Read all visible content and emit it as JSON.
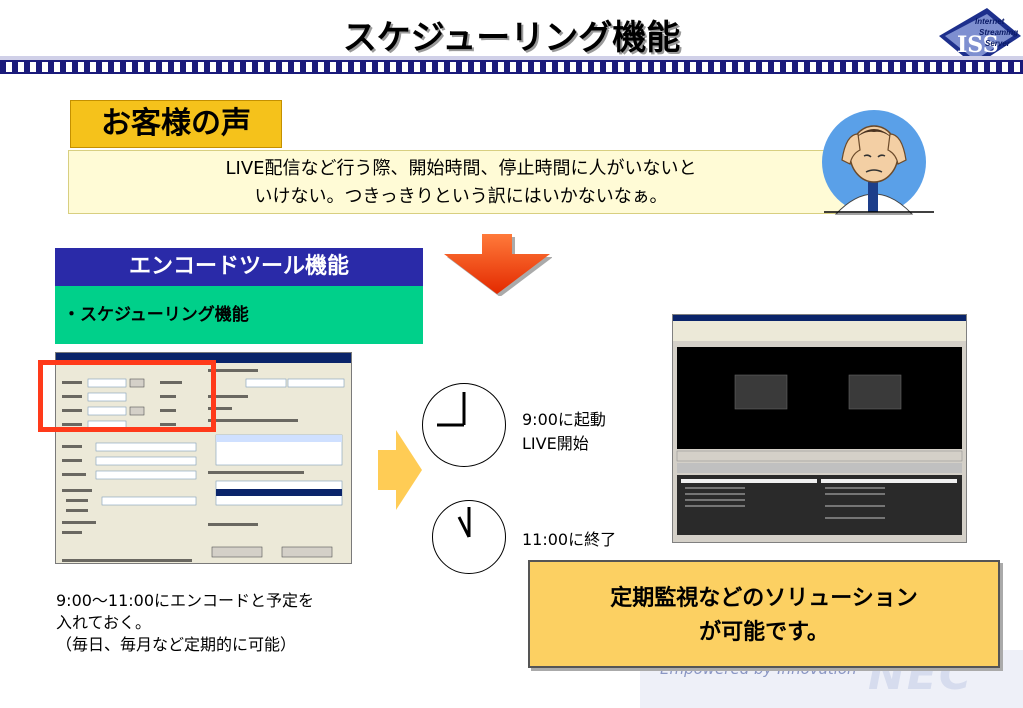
{
  "title": "スケジューリング機能",
  "logo": {
    "line1": "Internet",
    "line2": "Streaming",
    "line3": "Server",
    "letters": "ISS"
  },
  "voice": {
    "title": "お客様の声",
    "line1": "LIVE配信など行う際、開始時間、停止時間に人がいないと",
    "line2": "いけない。つきっきりという訳にはいかないなぁ。"
  },
  "encoder": {
    "head": "エンコードツール機能",
    "item": "・スケジューリング機能"
  },
  "clock1": {
    "line1": "9:00に起動",
    "line2": "LIVE開始"
  },
  "clock2": {
    "line1": "11:00に終了"
  },
  "note": {
    "line1": "9:00～11:00にエンコードと予定を",
    "line2": "入れておく。",
    "line3": "（毎日、毎月など定期的に可能）"
  },
  "solution": {
    "line1": "定期監視などのソリューション",
    "line2": "が可能です。"
  },
  "footer": {
    "tagline": "Empowered by Innovation",
    "brand": "NEC"
  },
  "colors": {
    "accent_blue": "#2a2aa8",
    "green": "#00d08a",
    "orange": "#fcd062",
    "red": "#ff3a1a"
  }
}
